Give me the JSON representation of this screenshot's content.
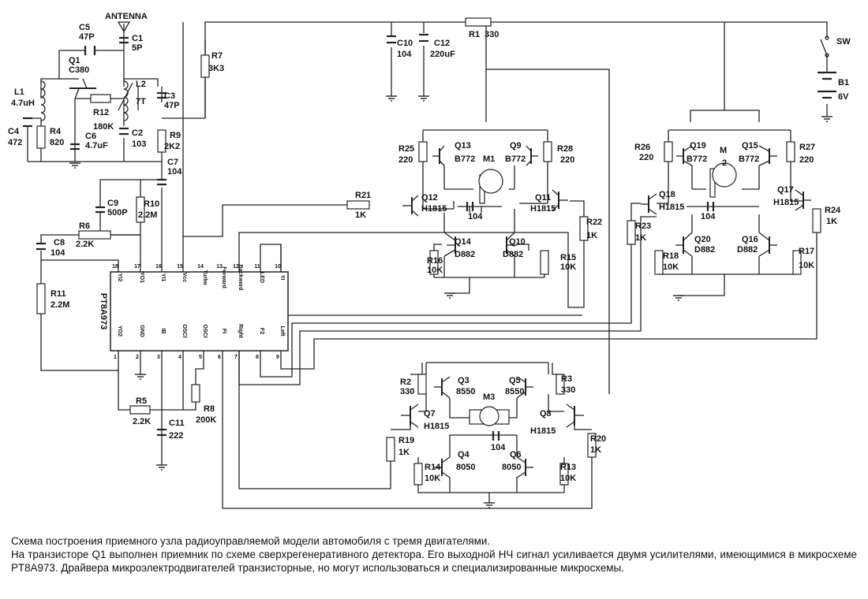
{
  "labels": {
    "antenna": "ANTENNA",
    "c5": "C5",
    "c5v": "47P",
    "c1": "C1",
    "c1v": "5P",
    "q1": "Q1",
    "q1v": "C380",
    "l1": "L1",
    "l1v": "4.7uH",
    "l2": "L2",
    "l2v": "7T",
    "c3": "C3",
    "c3v": "47P",
    "r12": "R12",
    "r12v": "180K",
    "c4": "C4",
    "c4v": "472",
    "r4": "R4",
    "r4v": "820",
    "c6": "C6",
    "c6v": "4.7uF",
    "c2": "C2",
    "c2v": "103",
    "r9": "R9",
    "r9v": "2K2",
    "c7": "C7",
    "c7v": "104",
    "r7": "R7",
    "r7v": "3K3",
    "c10": "C10",
    "c10v": "104",
    "c12": "C12",
    "c12v": "220uF",
    "r1": "R1",
    "r1v": "330",
    "sw": "SW",
    "b1": "B1",
    "b1v": "6V",
    "c9": "C9",
    "c9v": "500P",
    "r10": "R10",
    "r10v": "2.2M",
    "r6": "R6",
    "r6v": "2.2K",
    "c8": "C8",
    "c8v": "104",
    "r11": "R11",
    "r11v": "2.2M",
    "r5": "R5",
    "r5v": "2.2K",
    "c11": "C11",
    "c11v": "222",
    "r8": "R8",
    "r8v": "200K",
    "r25": "R25",
    "r25v": "220",
    "q13": "Q13",
    "q13v": "B772",
    "m1": "M1",
    "q9": "Q9",
    "q9v": "B772",
    "r28": "R28",
    "r28v": "220",
    "r21": "R21",
    "r21v": "1K",
    "q12": "Q12",
    "q12v": "H1815",
    "c104a": "104",
    "q11": "Q11",
    "q11v": "H1815",
    "r22": "R22",
    "r22v": "1K",
    "q14": "Q14",
    "q14v": "D882",
    "q10": "Q10",
    "q10v": "D882",
    "r16": "R16",
    "r16v": "10K",
    "r15": "R15",
    "r15v": "10K",
    "r26": "R26",
    "r26v": "220",
    "q19": "Q19",
    "q19v": "B772",
    "m2": "M",
    "m2b": "2",
    "q15": "Q15",
    "q15v": "B772",
    "r27": "R27",
    "r27v": "220",
    "q18": "Q18",
    "q18v": "H1815",
    "c104b": "104",
    "q17": "Q17",
    "q17v": "H1815",
    "r23": "R23",
    "r23v": "1K",
    "r24": "R24",
    "r24v": "1K",
    "q20": "Q20",
    "q20v": "D882",
    "q16": "Q16",
    "q16v": "D882",
    "r18": "R18",
    "r18v": "10K",
    "r17": "R17",
    "r17v": "10K",
    "r2": "R2",
    "r2v": "330",
    "q3": "Q3",
    "q3v": "8550",
    "m3": "M3",
    "q5": "Q5",
    "q5v": "8550",
    "r3": "R3",
    "r3v": "330",
    "q7": "Q7",
    "q7v": "H1815",
    "q8": "Q8",
    "q8v": "H1815",
    "r19": "R19",
    "r19v": "1K",
    "r20": "R20",
    "r20v": "1K",
    "c104c": "104",
    "q4": "Q4",
    "q4v": "8050",
    "q6": "Q6",
    "q6v": "8050",
    "r14": "R14",
    "r14v": "10K",
    "r13": "R13",
    "r13v": "10K"
  },
  "ic": {
    "name": "PT8A973",
    "top_pins": [
      {
        "num": "18",
        "name": "YI2"
      },
      {
        "num": "17",
        "name": "YO1"
      },
      {
        "num": "16",
        "name": "YI1"
      },
      {
        "num": "15",
        "name": "Vcc"
      },
      {
        "num": "14",
        "name": "Turbo"
      },
      {
        "num": "13",
        "name": "Forward"
      },
      {
        "num": "12",
        "name": "Backward"
      },
      {
        "num": "11",
        "name": "LED"
      },
      {
        "num": "10",
        "name": "YI"
      }
    ],
    "bottom_pins": [
      {
        "num": "1",
        "name": "YO2"
      },
      {
        "num": "2",
        "name": "GND"
      },
      {
        "num": "3",
        "name": "IB"
      },
      {
        "num": "4",
        "name": "OSCI"
      },
      {
        "num": "5",
        "name": "OSCI"
      },
      {
        "num": "6",
        "name": "FI"
      },
      {
        "num": "7",
        "name": "Right"
      },
      {
        "num": "8",
        "name": "F2"
      },
      {
        "num": "9",
        "name": "Left"
      }
    ]
  },
  "caption": {
    "line1": "Схема построения приемного узла радиоуправляемой модели автомобиля с тремя двигателями.",
    "line2": "На транзисторе Q1 выполнен приемник по схеме сверхрегенеративного детектора. Его выходной НЧ сигнал усиливается двумя усилителями, имеющимися в микросхеме PT8A973. Драйвера микроэлектродвигателей транзисторные, но могут использоваться и специализированные микросхемы."
  }
}
